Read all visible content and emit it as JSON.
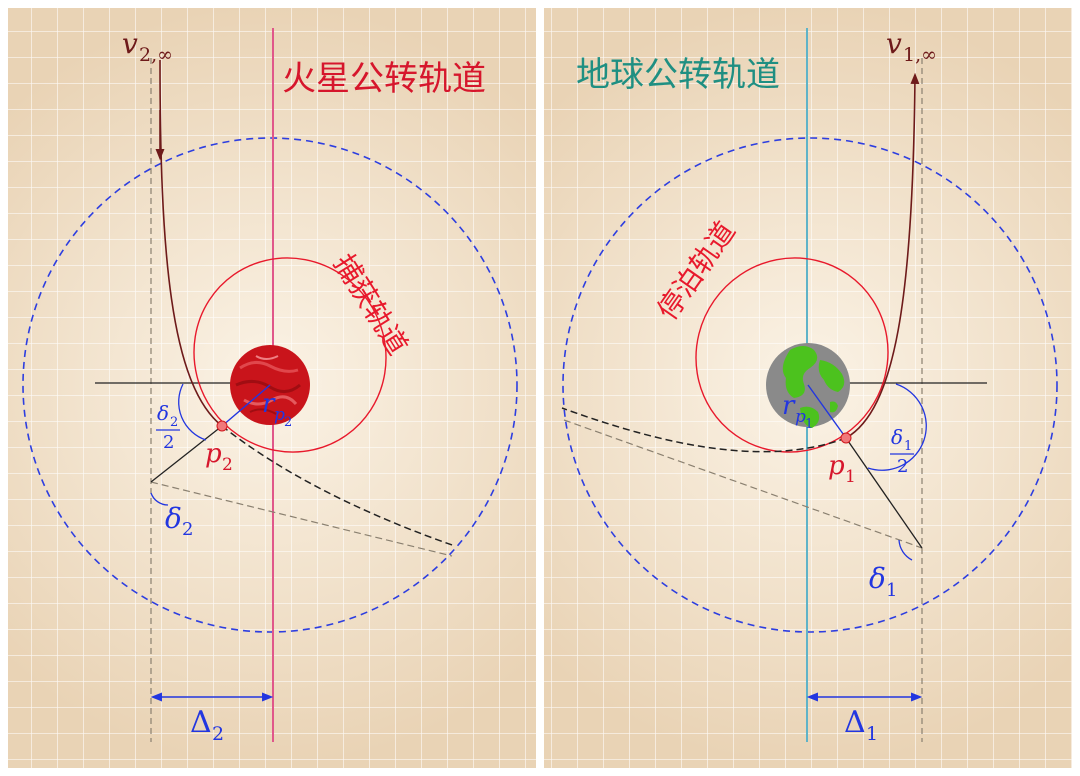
{
  "colors": {
    "panel_center": "#f8ecd9",
    "panel_edge": "#e9d2b4",
    "grid_line": "#ffffff",
    "mars_orbit": "#e0578a",
    "earth_orbit": "#5fb3c8",
    "capture_orbit": "#e8192c",
    "sphere_of_influence": "#2d3ee0",
    "hyperbola": "#6e1a1a",
    "angle_blue": "#2236e0",
    "mars_body": "#d0181e",
    "earth_ocean": "#8a8a8a",
    "earth_land": "#4cc21e",
    "title_mars": "#d6162c",
    "title_earth": "#1f8f82",
    "periapsis": "#f0787a"
  },
  "left_panel": {
    "title": "火星公转轨道",
    "orbit_label": "捕获轨道",
    "velocity": {
      "base": "v",
      "subscript": "2,∞"
    },
    "radius_label": {
      "base": "r",
      "sub": "p",
      "subsub": "2"
    },
    "periapsis_label": {
      "base": "p",
      "sub": "2"
    },
    "half_angle": {
      "num_base": "δ",
      "num_sub": "2",
      "den": "2"
    },
    "angle": {
      "base": "δ",
      "sub": "2"
    },
    "offset": {
      "base": "Δ",
      "sub": "2"
    }
  },
  "right_panel": {
    "title": "地球公转轨道",
    "orbit_label": "停泊轨道",
    "velocity": {
      "base": "v",
      "subscript": "1,∞"
    },
    "radius_label": {
      "base": "r",
      "sub": "p",
      "subsub": "1"
    },
    "periapsis_label": {
      "base": "p",
      "sub": "1"
    },
    "half_angle": {
      "num_base": "δ",
      "num_sub": "1",
      "den": "2"
    },
    "angle": {
      "base": "δ",
      "sub": "1"
    },
    "offset": {
      "base": "Δ",
      "sub": "1"
    }
  }
}
